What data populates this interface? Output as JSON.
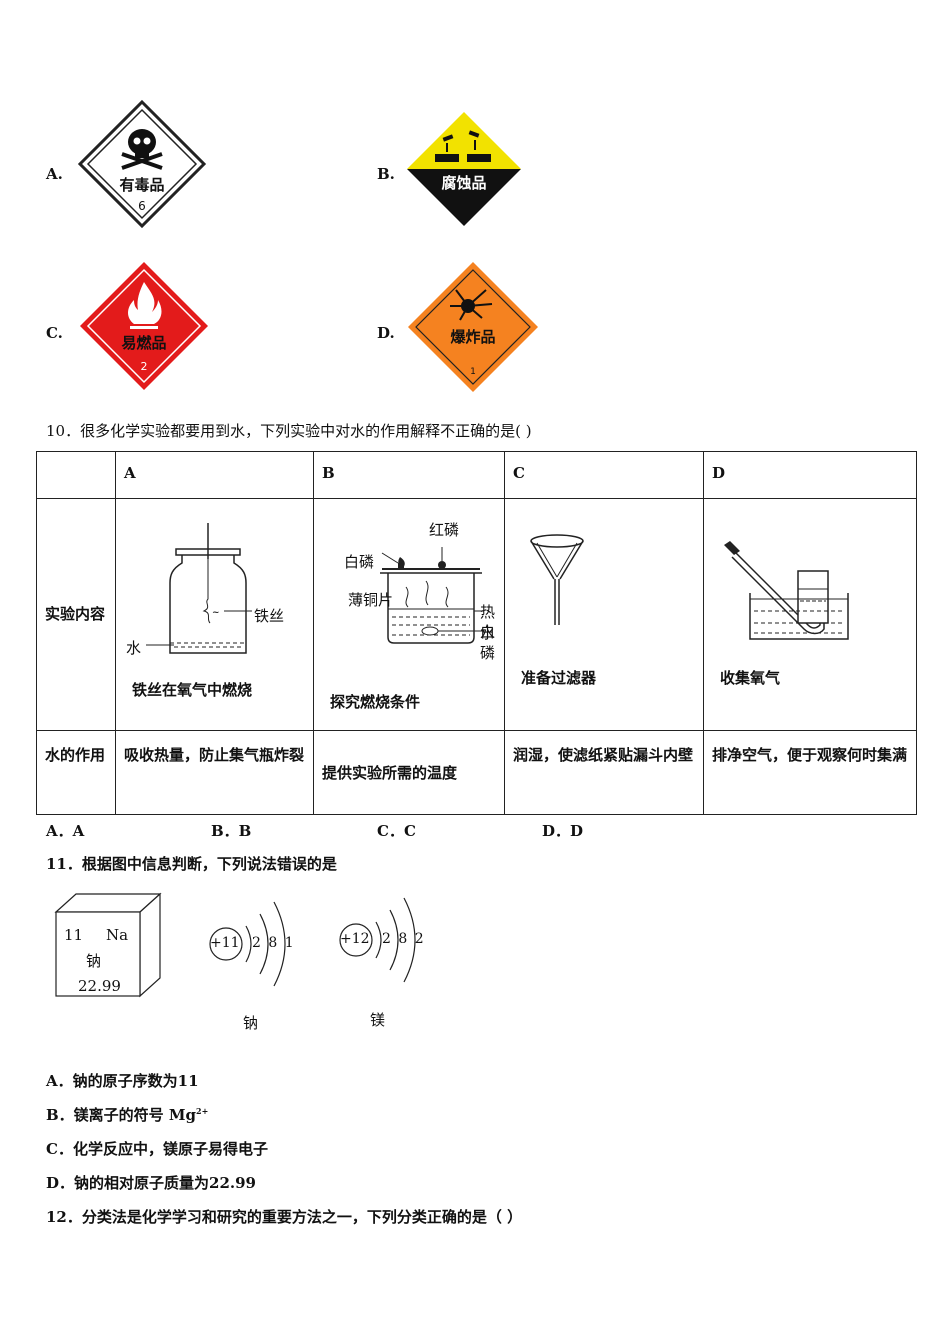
{
  "q9_options": {
    "A": {
      "letter": "A.",
      "label": "有毒品",
      "num": "6"
    },
    "B": {
      "letter": "B.",
      "label": "腐蚀品"
    },
    "C": {
      "letter": "C.",
      "label": "易燃品",
      "num": "2"
    },
    "D": {
      "letter": "D.",
      "label": "爆炸品",
      "num": "1"
    }
  },
  "colors": {
    "toxic": "#ffffff",
    "corrosive_top": "#f2e200",
    "flammable": "#e31b1b",
    "explosive": "#f58220"
  },
  "q10": {
    "stem": "10．很多化学实验都要用到水，下列实验中对水的作用解释不正确的是(    )",
    "headers": [
      "A",
      "B",
      "C",
      "D"
    ],
    "row1_label": "实验内容",
    "row2_label": "水的作用",
    "experiments": [
      "铁丝在氧气中燃烧",
      "探究燃烧条件",
      "准备过滤器",
      "收集氧气"
    ],
    "roles": [
      "吸收热量，防止集气瓶炸裂",
      "提供实验所需的温度",
      "润湿，使滤纸紧贴漏斗内壁",
      "排净空气，便于观察何时集满"
    ],
    "figA": {
      "wire": "铁丝",
      "water": "水"
    },
    "figB": {
      "red_p": "红磷",
      "white_p": "白磷",
      "copper": "薄铜片",
      "hot_water": "热水",
      "white_p2": "白磷"
    },
    "answers": [
      "A．A",
      "B．B",
      "C．C",
      "D．D"
    ]
  },
  "q11": {
    "stem": "11．根据图中信息判断，下列说法错误的是",
    "tile": {
      "number": "11",
      "symbol": "Na",
      "name": "钠",
      "mass": "22.99"
    },
    "na_atom": {
      "nucleus": "+11",
      "shells": "2 8 1",
      "name": "钠"
    },
    "mg_atom": {
      "nucleus": "+12",
      "shells": "2 8 2",
      "name": "镁"
    },
    "options": {
      "A": "A．钠的原子序数为11",
      "B": "B．镁离子的符号 Mg",
      "B_sup": "2+",
      "C": "C．化学反应中，镁原子易得电子",
      "D": "D．钠的相对原子质量为22.99"
    }
  },
  "q12": {
    "stem": "12．分类法是化学学习和研究的重要方法之一，下列分类正确的是（        ）"
  }
}
